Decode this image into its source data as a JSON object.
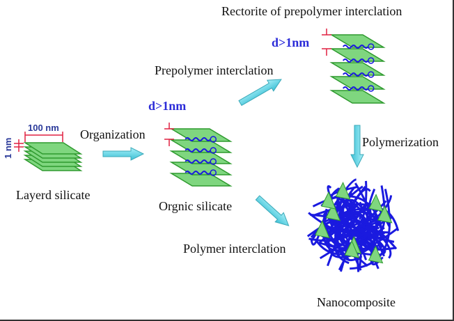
{
  "labels": {
    "rectorite": "Rectorite of prepolymer interclation",
    "d_top": "d>1nm",
    "prepolymer": "Prepolymer interclation",
    "d_mid": "d>1nm",
    "width_100nm": "100 nm",
    "thickness_1nm": "1 nm",
    "organization": "Organization",
    "polymerization": "Polymerization",
    "layered_silicate": "Layerd silicate",
    "organic_silicate": "Orgnic silicate",
    "polymer_interclation": "Polymer interclation",
    "nanocomposite": "Nanocomposite"
  },
  "colors": {
    "plate": "#7fd67f",
    "plate_edge": "#2f9a2f",
    "polymer": "#1a1adf",
    "arrow": "#5fd8e6",
    "marker": "#e02040",
    "label_blue": "#2b2bd8"
  }
}
